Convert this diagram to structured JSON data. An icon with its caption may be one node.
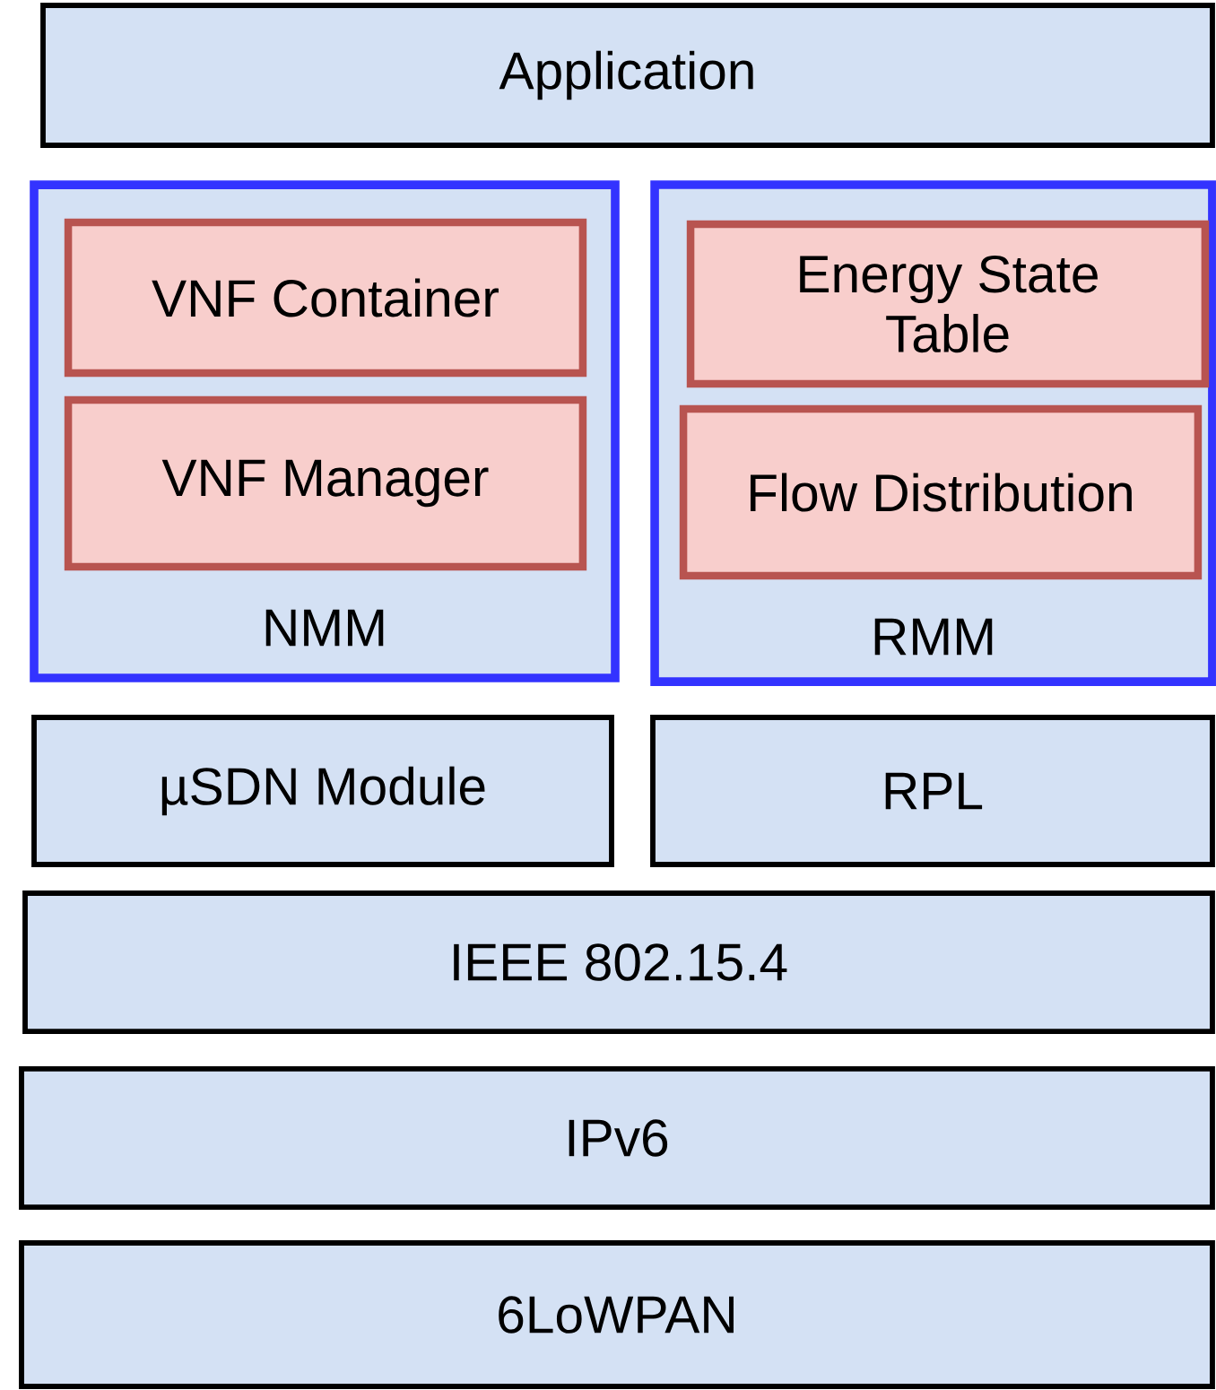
{
  "diagram": {
    "nodes": [
      {
        "text": [
          "Application"
        ]
      },
      {
        "text": [
          "NMM"
        ]
      },
      {
        "text": [
          "VNF Container"
        ],
        "in": 1
      },
      {
        "text": [
          "VNF Manager"
        ],
        "in": 1
      },
      {
        "text": [
          "RMM"
        ]
      },
      {
        "text": [
          "Energy State Table"
        ],
        "in": 4
      },
      {
        "text": [
          "Flow Distribution"
        ],
        "in": 4
      },
      {
        "text": [
          "µSDN Module"
        ]
      },
      {
        "text": [
          "RPL"
        ]
      },
      {
        "text": [
          "IEEE 802.15.4"
        ]
      },
      {
        "text": [
          "IPv6"
        ]
      },
      {
        "text": [
          "6LoWPAN"
        ]
      }
    ]
  }
}
